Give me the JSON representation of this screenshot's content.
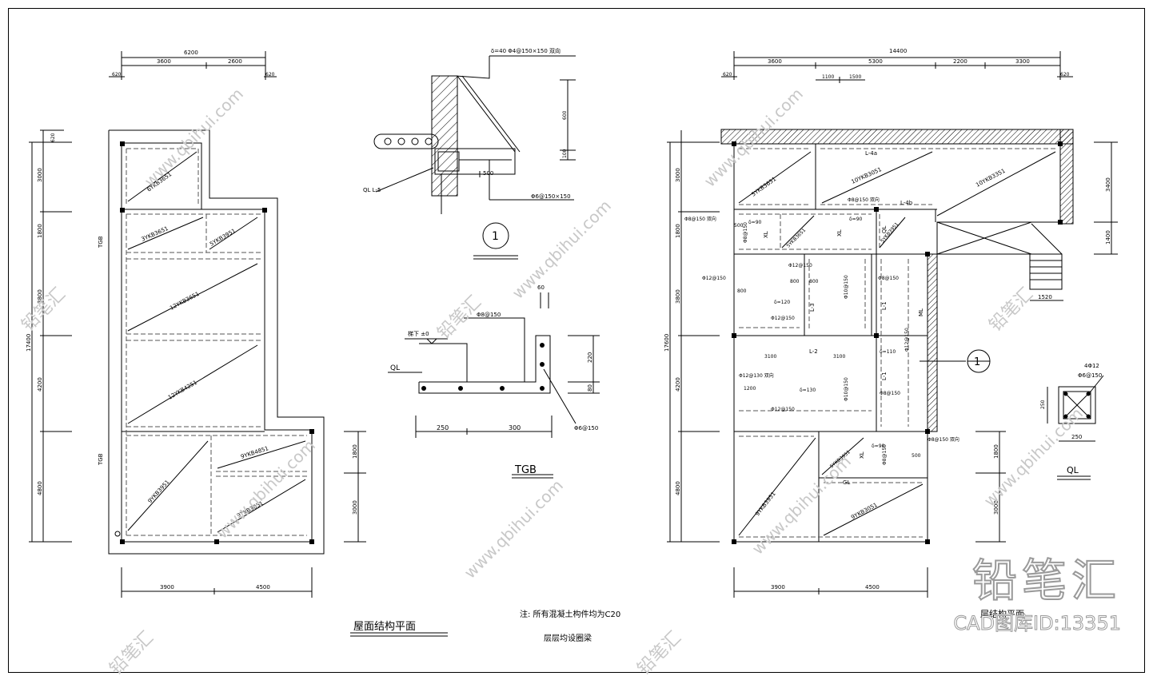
{
  "left_plan": {
    "title": "屋面结构平面",
    "top_total": "6200",
    "top_segments": [
      "3600",
      "2600"
    ],
    "overhang": "620",
    "bottom_segments": [
      "3900",
      "4500"
    ],
    "left_total": "17400",
    "left_segments": [
      "3000",
      "1800",
      "3800",
      "4200",
      "4800"
    ],
    "right_segments": [
      "1800",
      "3000"
    ],
    "side_label": "TGB",
    "slabs": [
      "6YKB3651",
      "3YKB3651",
      "5YKB3951",
      "12YKB3651",
      "12YKB4251",
      "9YKB4851",
      "9YKB3951",
      "9YKB3051"
    ],
    "top_label_small": "620"
  },
  "detail1": {
    "rebar": "δ=40 Φ4@150×150 双向",
    "beam": "QL L-5",
    "d600": "600",
    "d100": "100",
    "d500": "500",
    "stirrup": "Φ6@150×150",
    "number": "1"
  },
  "tgb": {
    "title": "TGB",
    "d60": "60",
    "top_bar": "Φ8@150",
    "level": "梯下 ±0",
    "beam": "QL",
    "d220": "220",
    "d80": "80",
    "d250": "250",
    "d300": "300",
    "stirrup": "Φ6@150"
  },
  "notes": {
    "line1": "注: 所有混凝土构件均为C20",
    "line2": "层层均设圈梁"
  },
  "right_plan": {
    "title": "层结构平面",
    "top_total": "14400",
    "top_segments": [
      "3600",
      "5300",
      "2200",
      "3300"
    ],
    "sub_segments": [
      "1100",
      "1500"
    ],
    "overhang": "620",
    "bottom_segments": [
      "3900",
      "4500"
    ],
    "left_total": "17600",
    "left_segments": [
      "3000",
      "1800",
      "3800",
      "4200",
      "4800"
    ],
    "right_top": [
      "3400",
      "1400"
    ],
    "right_bottom": [
      "1800",
      "3000"
    ],
    "stair_width": "1520",
    "labels": {
      "l4a": "L-4a",
      "l4b": "L-4b",
      "l1": "L-1",
      "l2": "L-2",
      "l3": "L-3",
      "ml": "ML",
      "xl": "XL",
      "ql": "QL",
      "gl": "GL",
      "s5ykb3651": "5YKB3651",
      "s10ykb3051": "10YKB3051",
      "s10ykb3351": "10YKB3351",
      "s5ykb3651b": "5YKB3651",
      "s5ykb3951": "5YKB3951",
      "s5ykb3951b": "5YKB3951",
      "s9ykb3951": "9YKB3951",
      "s9ykb3051": "9YKB3051",
      "r1": "Φ8@150 双向",
      "r2": "Φ8@150",
      "r3": "Φ12@150",
      "r4": "Φ10@150",
      "r5": "Φ12@150",
      "r6": "Φ8@150",
      "r7": "Φ12@130 双向",
      "r8": "Φ12@150",
      "r9": "Φ12@150",
      "r10": "Φ10@150",
      "d1": "δ=90",
      "d2": "δ=90",
      "d3": "δ=120",
      "d4": "δ=110",
      "d5": "δ=130",
      "d6": "δ=90",
      "d500a": "500",
      "d800a": "800",
      "d800b": "800",
      "d800c": "800",
      "d1200": "1200",
      "d3100a": "3100",
      "d3100b": "3100",
      "d500b": "500",
      "r11": "Φ8@150 双向",
      "r12": "Φ8@150 双向"
    },
    "section_number": "1"
  },
  "ql_section": {
    "bars": "4Φ12",
    "stirrup": "Φ6@150",
    "d250a": "250",
    "d250b": "250",
    "name": "QL"
  },
  "watermark": {
    "site": "www.qbihui.com",
    "brand": "铅笔汇"
  },
  "brand": {
    "logo": "铅笔汇",
    "id": "CAD图库ID:13351"
  }
}
